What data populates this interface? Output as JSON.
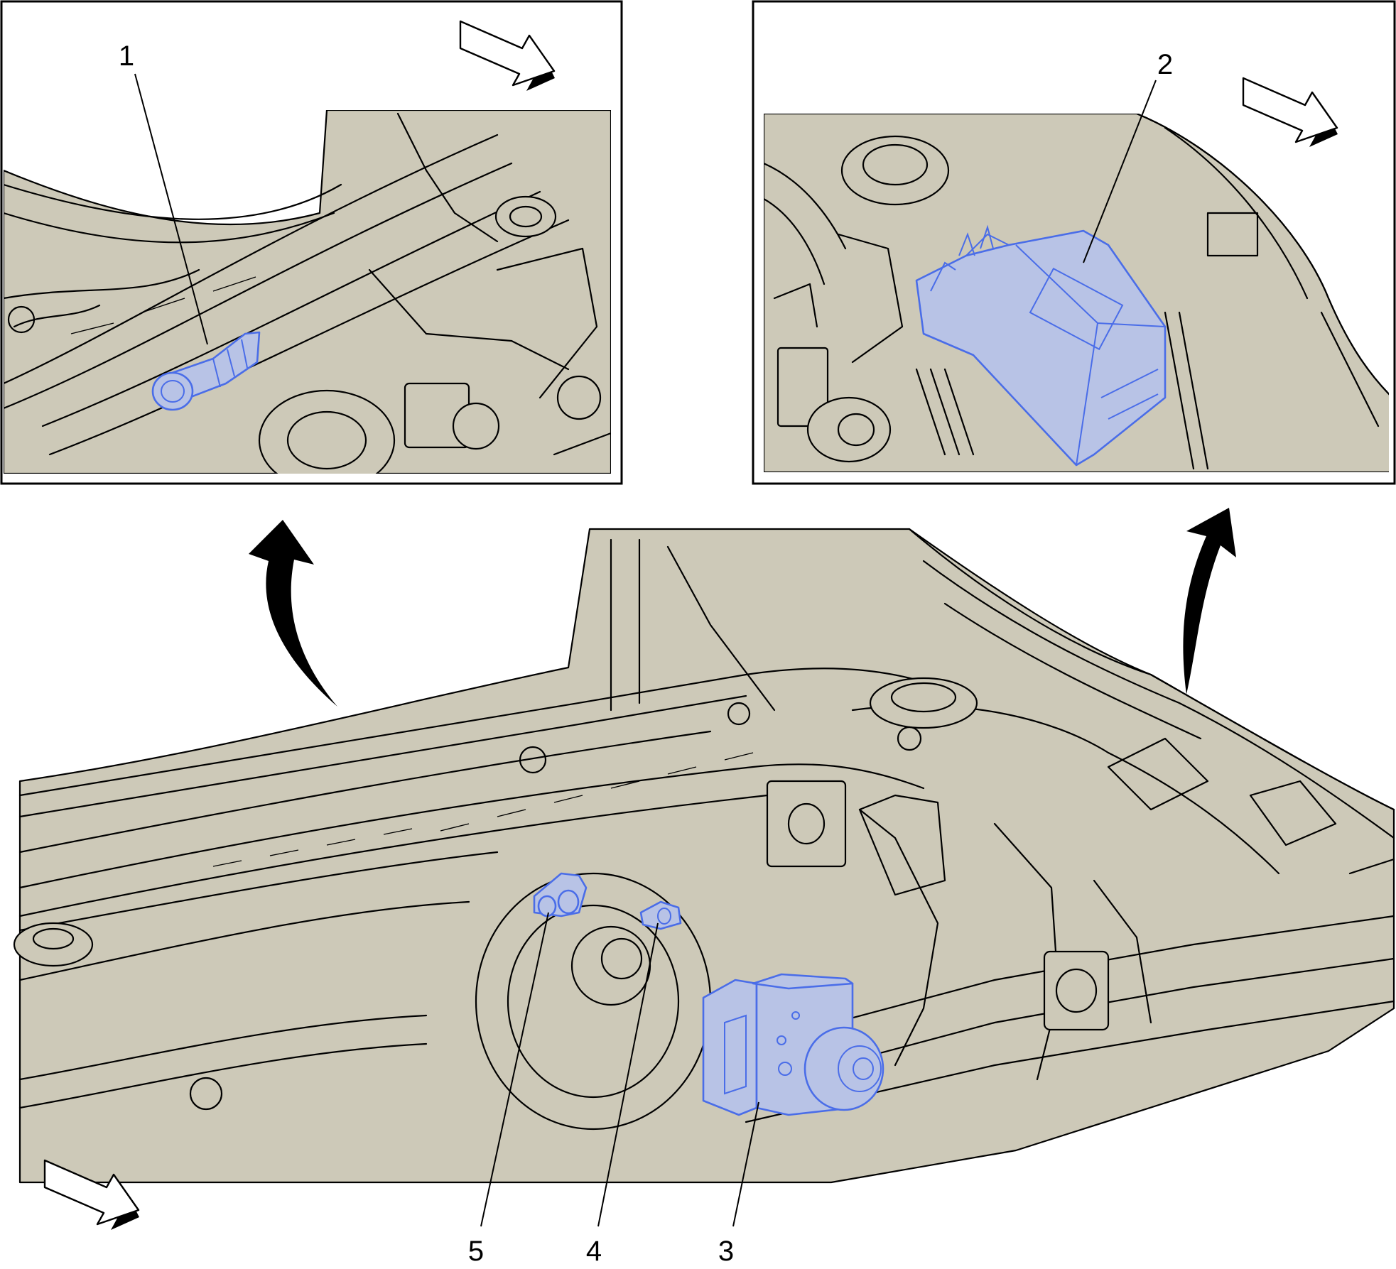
{
  "callouts": {
    "c1": "1",
    "c2": "2",
    "c3": "3",
    "c4": "4",
    "c5": "5"
  },
  "colors": {
    "background": "#ffffff",
    "engine_bay_fill": "#cdc9b8",
    "line_art": "#000000",
    "highlight_fill": "#b8c3e6",
    "highlight_stroke": "#4a6de8"
  },
  "icons": {
    "forward_direction": "arrow-right-down-icon",
    "zoom_indicator": "curved-arrow-up-icon"
  }
}
